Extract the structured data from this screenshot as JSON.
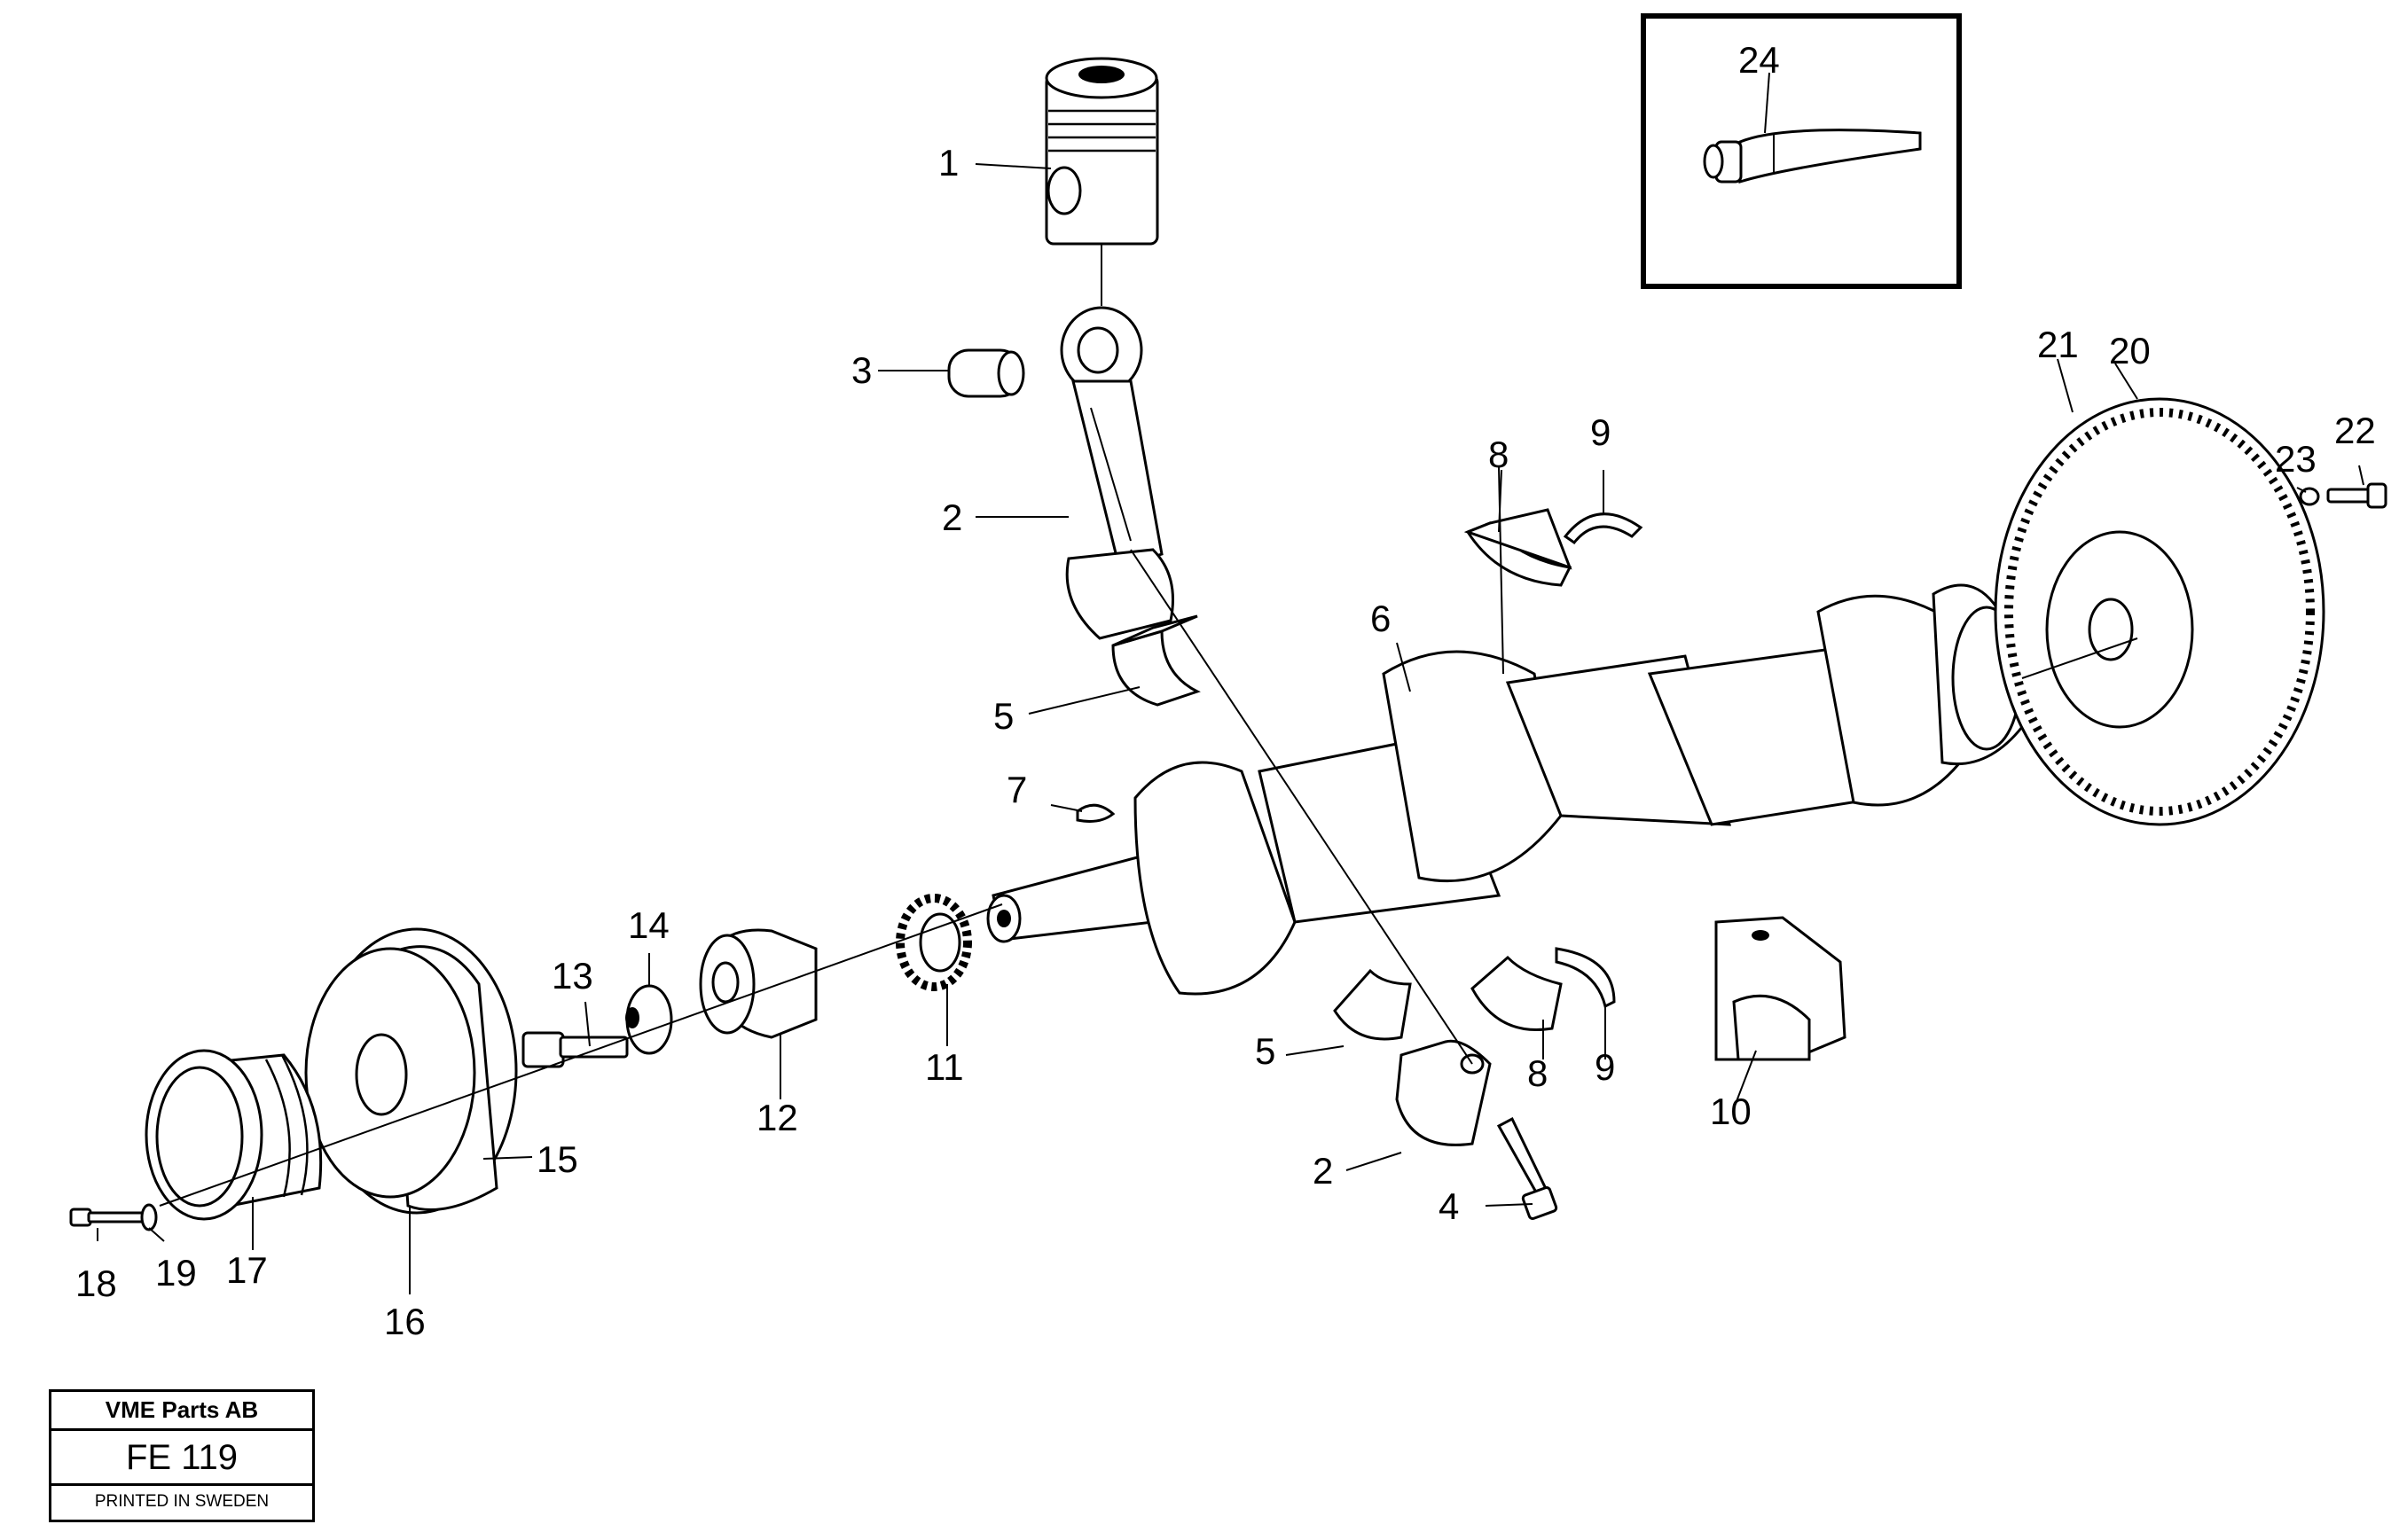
{
  "title_block": {
    "company": "VME Parts AB",
    "figure": "FE 119",
    "printed": "PRINTED IN SWEDEN"
  },
  "callouts": {
    "c1": "1",
    "c2a": "2",
    "c2b": "2",
    "c3": "3",
    "c4": "4",
    "c5a": "5",
    "c5b": "5",
    "c6": "6",
    "c7": "7",
    "c8a": "8",
    "c8b": "8",
    "c9a": "9",
    "c9b": "9",
    "c10": "10",
    "c11": "11",
    "c12": "12",
    "c13": "13",
    "c14": "14",
    "c15": "15",
    "c16": "16",
    "c17": "17",
    "c18": "18",
    "c19": "19",
    "c20": "20",
    "c21": "21",
    "c22": "22",
    "c23": "23",
    "c24": "24"
  }
}
